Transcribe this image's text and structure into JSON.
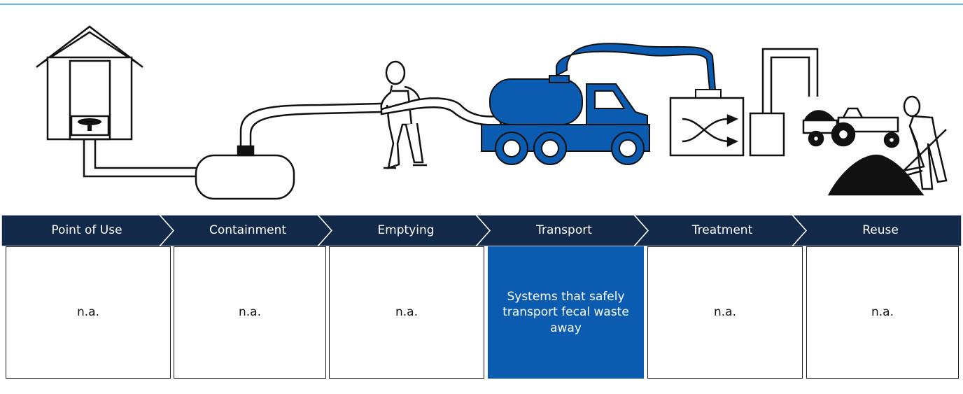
{
  "colors": {
    "navy": "#12294a",
    "blue": "#0b5bb1",
    "line": "#5ec6e8"
  },
  "stages": [
    {
      "label": "Point of Use",
      "description": "n.a.",
      "highlighted": false
    },
    {
      "label": "Containment",
      "description": "n.a.",
      "highlighted": false
    },
    {
      "label": "Emptying",
      "description": "n.a.",
      "highlighted": false
    },
    {
      "label": "Transport",
      "description": "Systems that safely transport fecal waste away",
      "highlighted": true
    },
    {
      "label": "Treatment",
      "description": "n.a.",
      "highlighted": false
    },
    {
      "label": "Reuse",
      "description": "n.a.",
      "highlighted": false
    }
  ],
  "illustration": {
    "icons": [
      "latrine-icon",
      "containment-tank-icon",
      "worker-emptying-icon",
      "vacuum-truck-icon",
      "treatment-plant-icon",
      "tractor-icon",
      "farmer-shoveling-icon"
    ]
  }
}
